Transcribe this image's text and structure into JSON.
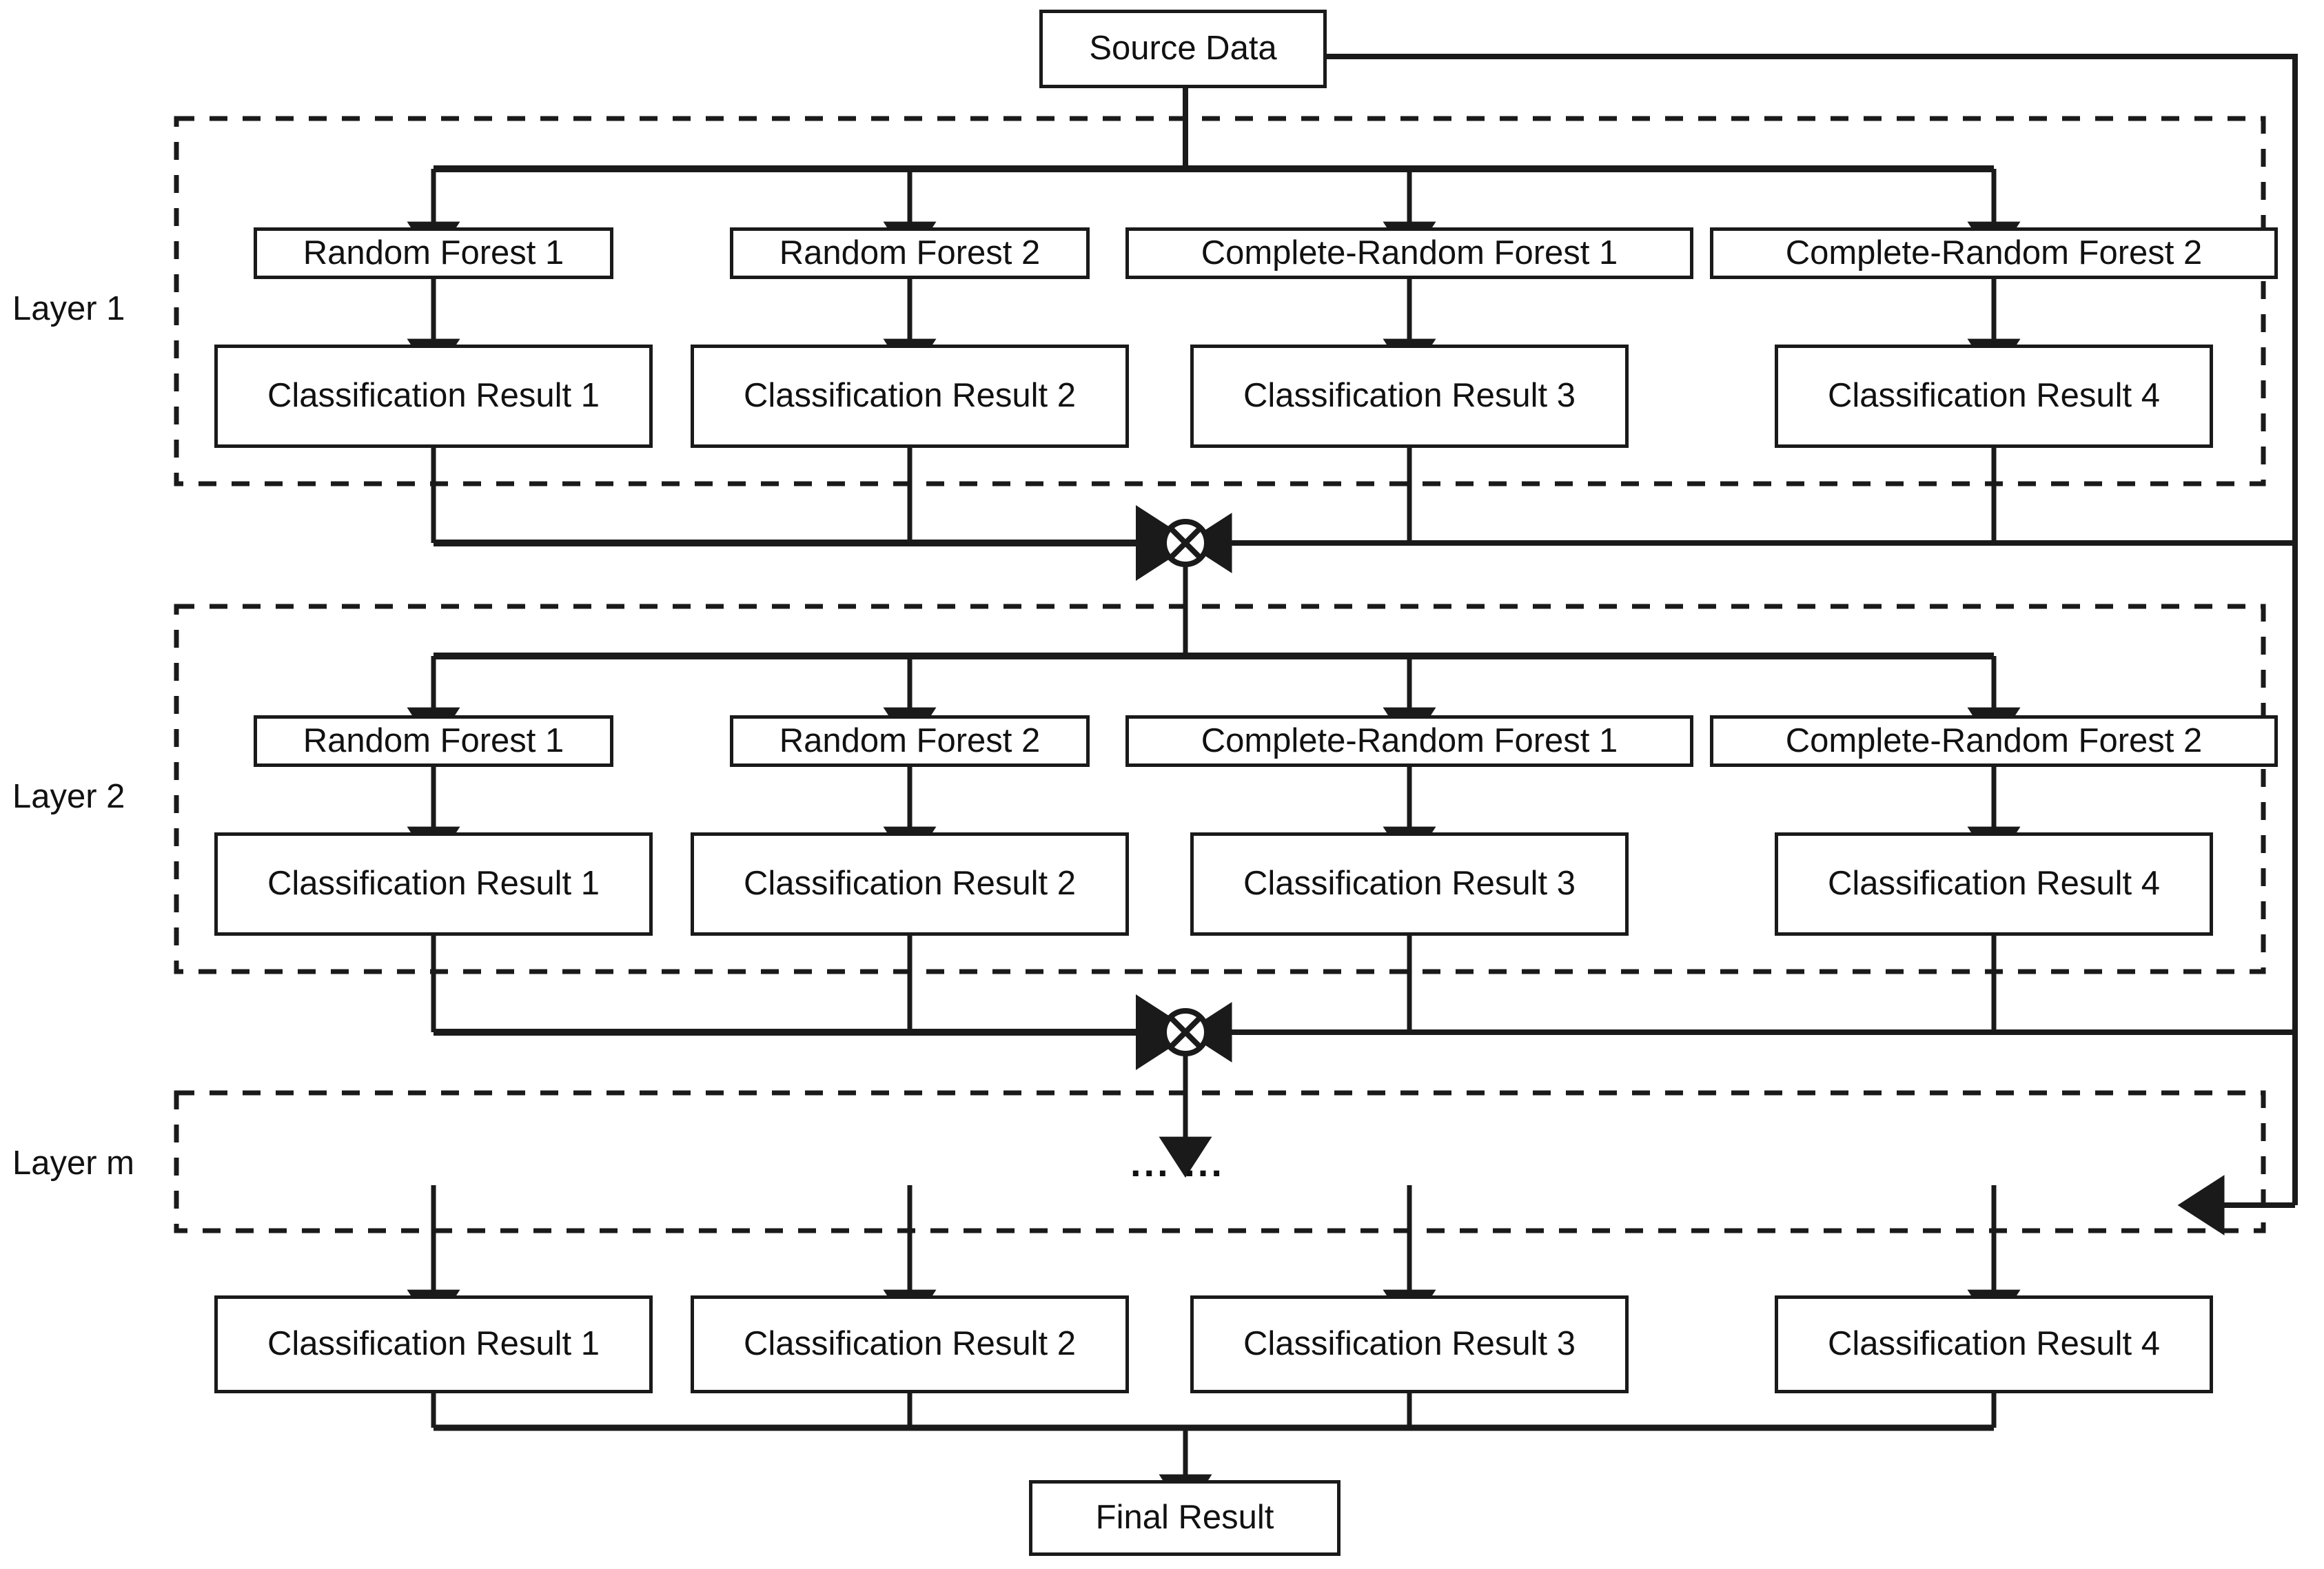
{
  "diagram": {
    "title_node": "Source Data",
    "final_node": "Final Result",
    "ellipsis": "... ...",
    "colors": {
      "stroke": "#1a1a1a",
      "text": "#111111",
      "background": "#ffffff"
    },
    "junction_icon": "circle-cross-icon",
    "layers": [
      {
        "label": "Layer 1",
        "forests": [
          "Random Forest 1",
          "Random Forest 2",
          "Complete-Random Forest 1",
          "Complete-Random Forest 2"
        ],
        "results": [
          "Classification Result 1",
          "Classification Result 2",
          "Classification Result 3",
          "Classification Result 4"
        ]
      },
      {
        "label": "Layer 2",
        "forests": [
          "Random Forest 1",
          "Random Forest 2",
          "Complete-Random Forest 1",
          "Complete-Random Forest 2"
        ],
        "results": [
          "Classification Result 1",
          "Classification Result 2",
          "Classification Result 3",
          "Classification Result 4"
        ]
      },
      {
        "label": "Layer m",
        "forests": [],
        "results": [
          "Classification Result 1",
          "Classification Result 2",
          "Classification Result 3",
          "Classification Result 4"
        ]
      }
    ]
  }
}
